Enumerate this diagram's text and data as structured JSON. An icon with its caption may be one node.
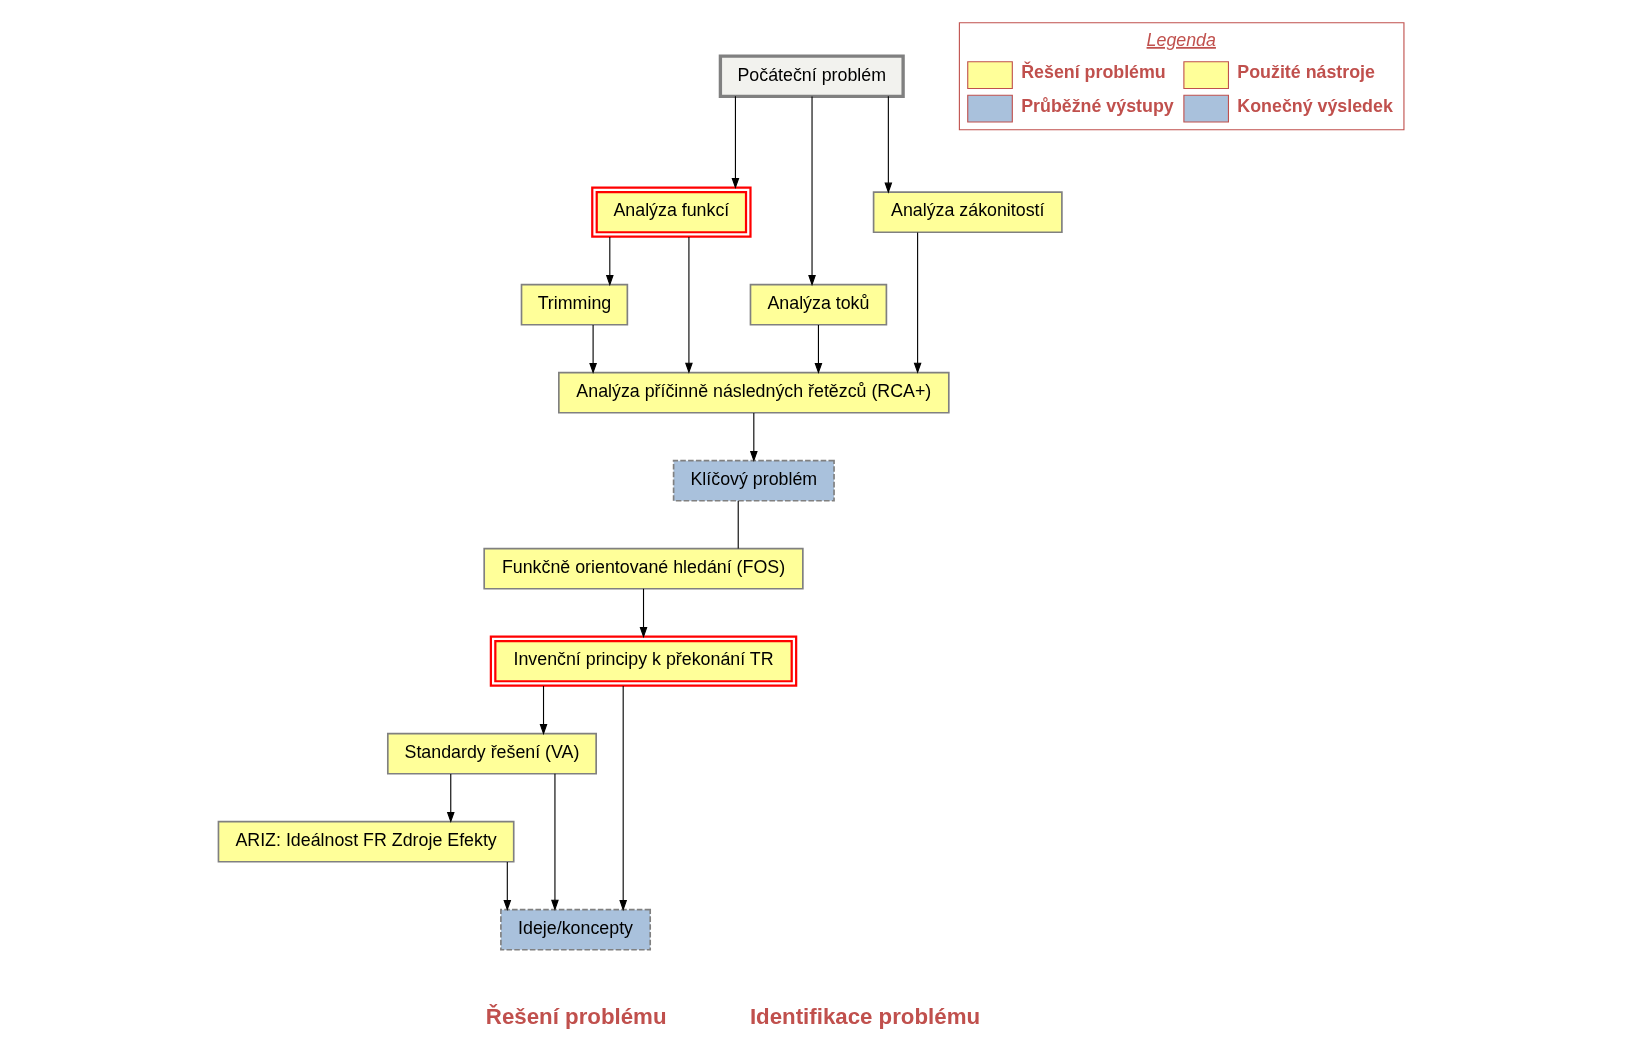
{
  "diagram": {
    "nodes": [
      {
        "text": [
          "Počáteční problém"
        ]
      },
      {
        "text": [
          "Analýza funkcí"
        ]
      },
      {
        "text": [
          "Analýza toků"
        ]
      },
      {
        "text": [
          "Analýza zákonitostí"
        ]
      },
      {
        "text": [
          "Trimming"
        ]
      },
      {
        "text": [
          "Analýza příčinně následných řetězců (RCA+)"
        ]
      },
      {
        "text": [
          "Klíčový problém"
        ]
      },
      {
        "text": [
          "Funkčně orientované hledání (FOS)"
        ]
      },
      {
        "text": [
          "Invenční principy k překonání TR"
        ]
      },
      {
        "text": [
          "Standardy řešení (VA)"
        ]
      },
      {
        "text": [
          "ARIZ: Ideálnost FR Zdroje Efekty"
        ]
      },
      {
        "text": [
          "Ideje/koncepty"
        ]
      }
    ],
    "edges": [
      {
        "from": 0,
        "to": 1,
        "arrow": "to"
      },
      {
        "from": 0,
        "to": 2,
        "arrow": "to"
      },
      {
        "from": 0,
        "to": 3,
        "arrow": "to"
      },
      {
        "from": 1,
        "to": 4,
        "arrow": "to"
      },
      {
        "from": 1,
        "to": 5,
        "arrow": "to"
      },
      {
        "from": 2,
        "to": 5,
        "arrow": "to"
      },
      {
        "from": 3,
        "to": 5,
        "arrow": "to"
      },
      {
        "from": 4,
        "to": 5,
        "arrow": "to"
      },
      {
        "from": 5,
        "to": 6,
        "arrow": "to"
      },
      {
        "from": 6,
        "to": 7,
        "arrow": "none"
      },
      {
        "from": 7,
        "to": 8,
        "arrow": "to"
      },
      {
        "from": 8,
        "to": 9,
        "arrow": "to"
      },
      {
        "from": 9,
        "to": 10,
        "arrow": "to"
      },
      {
        "from": 8,
        "to": 11,
        "arrow": "to"
      },
      {
        "from": 9,
        "to": 11,
        "arrow": "to"
      },
      {
        "from": 10,
        "to": 11,
        "arrow": "to"
      }
    ],
    "labels": [
      "Legenda",
      "Identifikace problému",
      "Řešení problému"
    ],
    "legend": [
      {
        "text": "Řešení problému",
        "color": "#ffff99"
      },
      {
        "text": "Použité nástroje",
        "color": "#ffff99"
      },
      {
        "text": "Průběžné výstupy",
        "color": "#a9c1dc"
      },
      {
        "text": "Konečný výsledek",
        "color": "#a9c1dc"
      }
    ]
  }
}
